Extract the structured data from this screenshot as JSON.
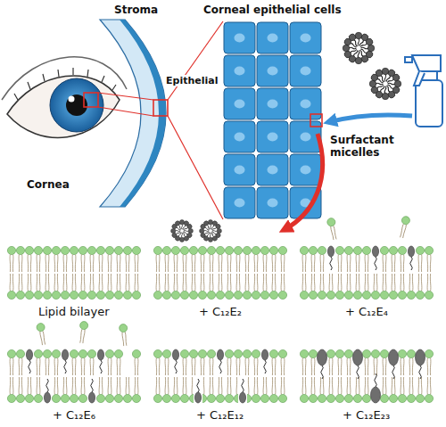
{
  "diagram": {
    "labels": [
      "Corneal epithelial cells",
      "Cornea",
      "Stroma",
      "Epithelial",
      "Surfactant micelles",
      "Lipid bilayer",
      "+ C₁₂E₂",
      "+ C₁₂E₄",
      "+ C₁₂E₆",
      "+ C₁₂E₁₂",
      "+ C₁₂E₂₃"
    ]
  }
}
